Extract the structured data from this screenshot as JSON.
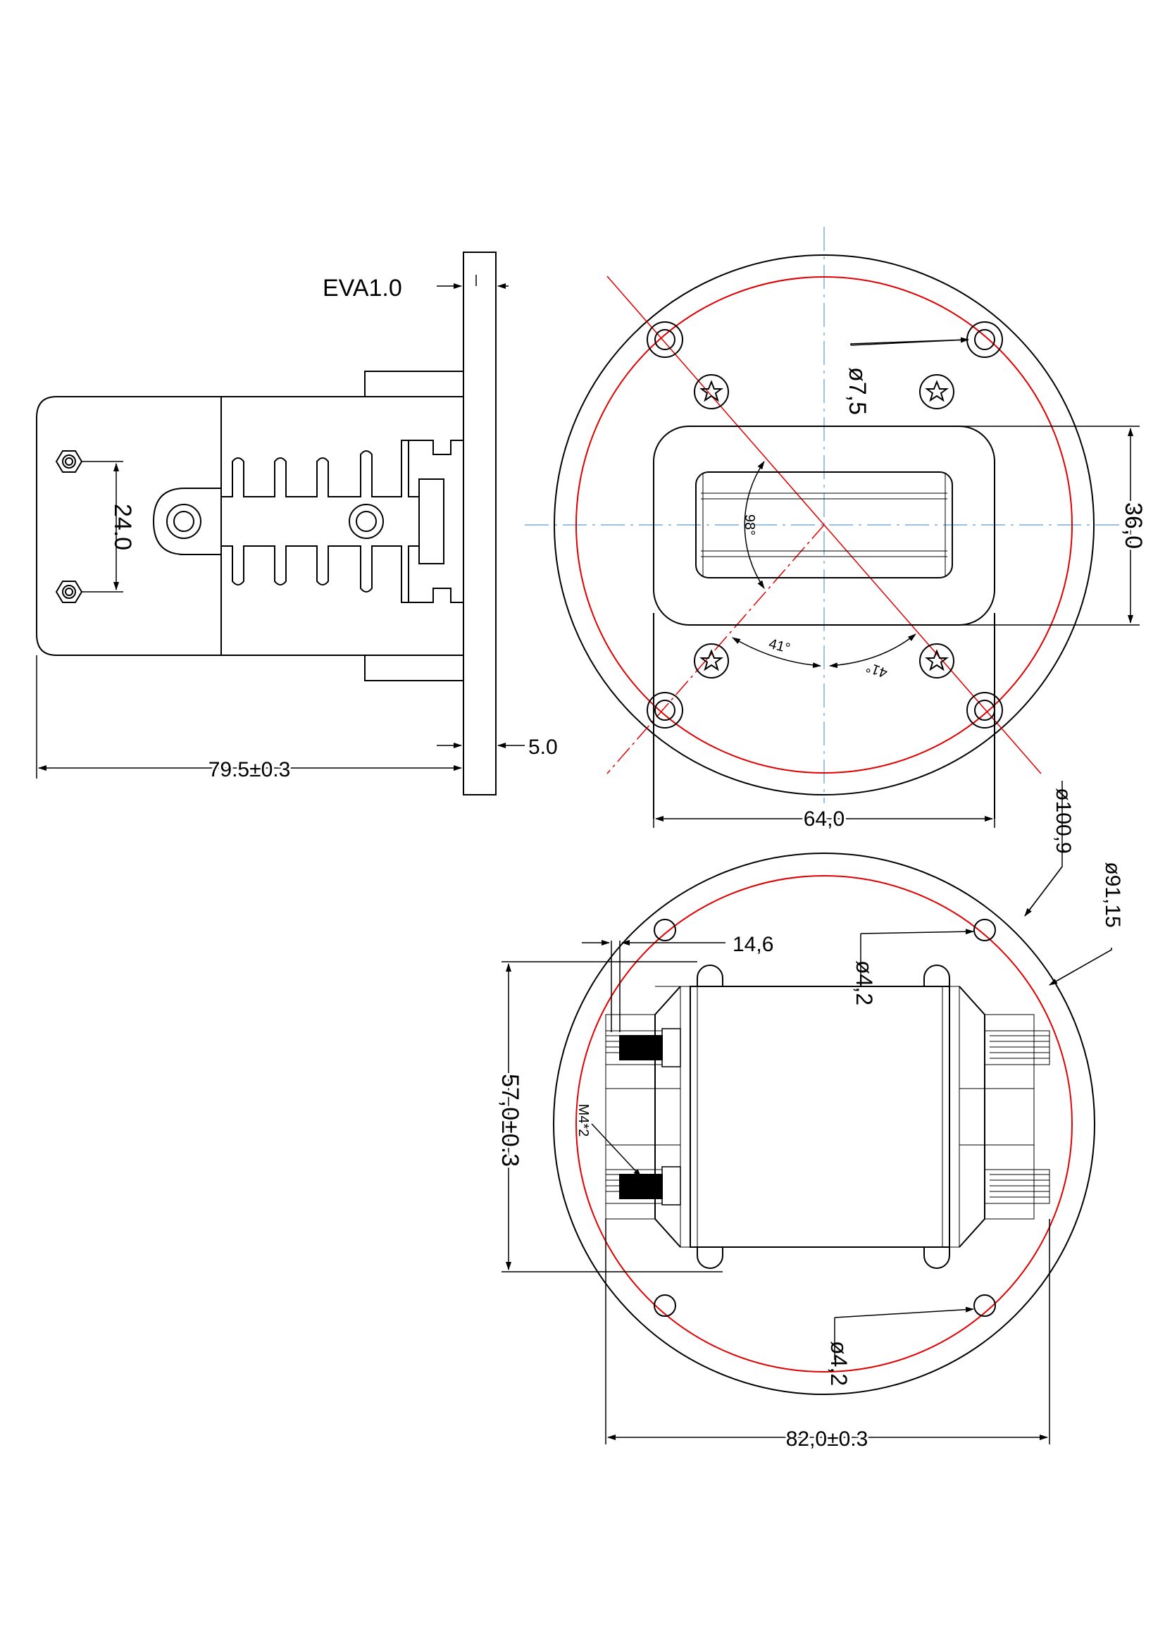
{
  "drawing": {
    "side_view": {
      "label_eva": "EVA1.0",
      "dim_height": "24.0",
      "dim_length": "79.5±0.3",
      "dim_flange": "5.0"
    },
    "front_view": {
      "dim_hole": "ø7,5",
      "dim_height": "36,0",
      "dim_width": "64,0",
      "dim_outer": "ø100,9",
      "dim_pcd": "ø91,15",
      "angle_center": "98°",
      "angle_left": "41°",
      "angle_right": "41°"
    },
    "rear_view": {
      "dim_offset": "14,6",
      "dim_hole_top": "ø4,2",
      "dim_hole_bottom": "ø4,2",
      "dim_height": "57,0±0.3",
      "dim_width": "82,0±0.3",
      "thread_label": "M4*2"
    },
    "colors": {
      "line": "#000000",
      "red": "#e00000",
      "center_line": "#5a9bd5"
    }
  }
}
